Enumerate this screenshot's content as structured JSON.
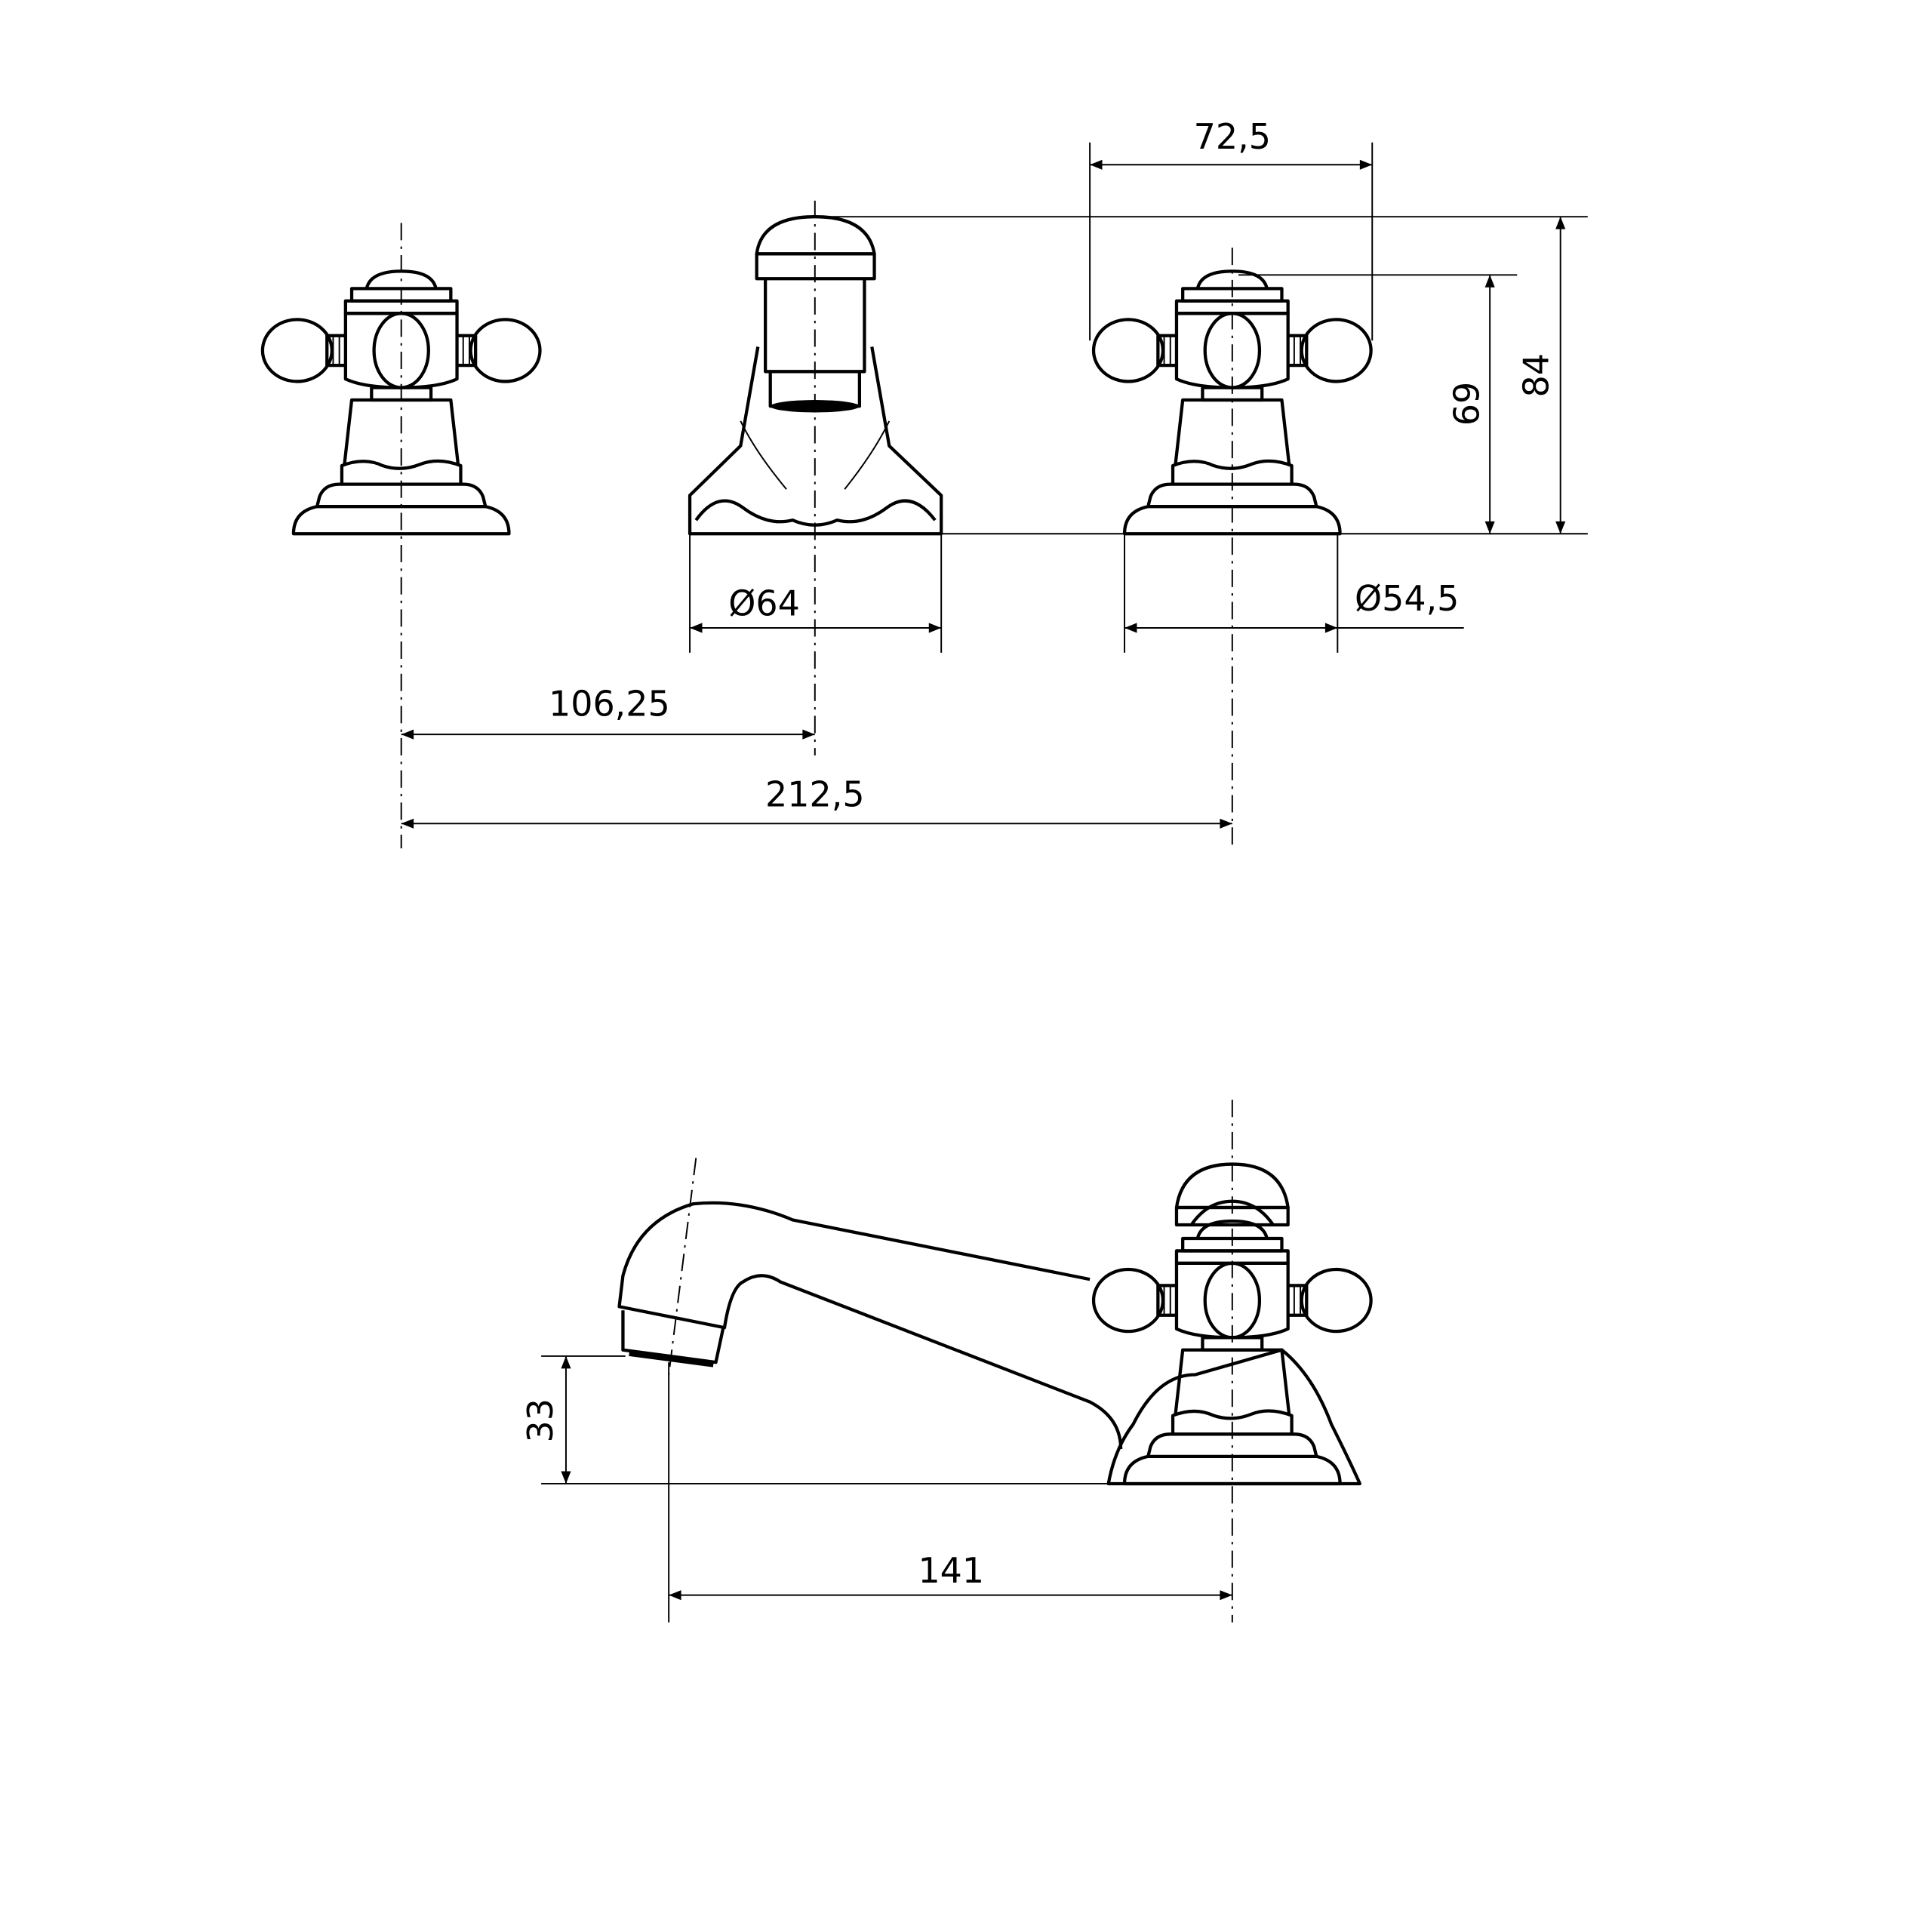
{
  "dimensions": {
    "handle_span": "72,5",
    "overall_height": "84",
    "handle_height": "69",
    "spout_base_diameter": "Ø64",
    "handle_base_diameter": "Ø54,5",
    "half_spacing": "106,25",
    "total_spacing": "212,5",
    "spout_clearance": "33",
    "spout_reach": "141"
  },
  "colors": {
    "line": "#000000",
    "background": "#ffffff"
  }
}
